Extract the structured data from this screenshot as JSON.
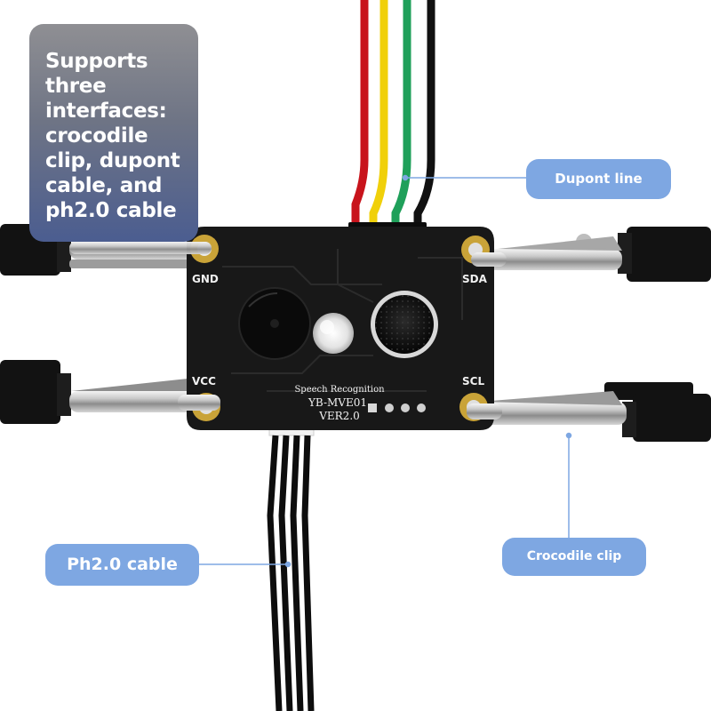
{
  "callouts": {
    "interfaces_text": "Supports three interfaces: crocodile clip, dupont cable, and ph2.0 cable",
    "dupont_label": "Dupont line",
    "ph_label": "Ph2.0 cable",
    "crocodile_label": "Crocodile clip"
  },
  "board": {
    "silkscreen_line1": "Speech Recognition",
    "silkscreen_line2": "YB-MVE01",
    "silkscreen_line3": "VER2.0",
    "pad_gnd": "GND",
    "pad_sda": "SDA",
    "pad_vcc": "VCC",
    "pad_scl": "SCL"
  },
  "colors": {
    "accent_pill": "#7ea7e2",
    "connector_line": "#7ea7e2",
    "pcb": "#1a1a1a",
    "gold_pad": "#c9a338"
  },
  "wires": [
    "red",
    "yellow",
    "green",
    "black"
  ]
}
